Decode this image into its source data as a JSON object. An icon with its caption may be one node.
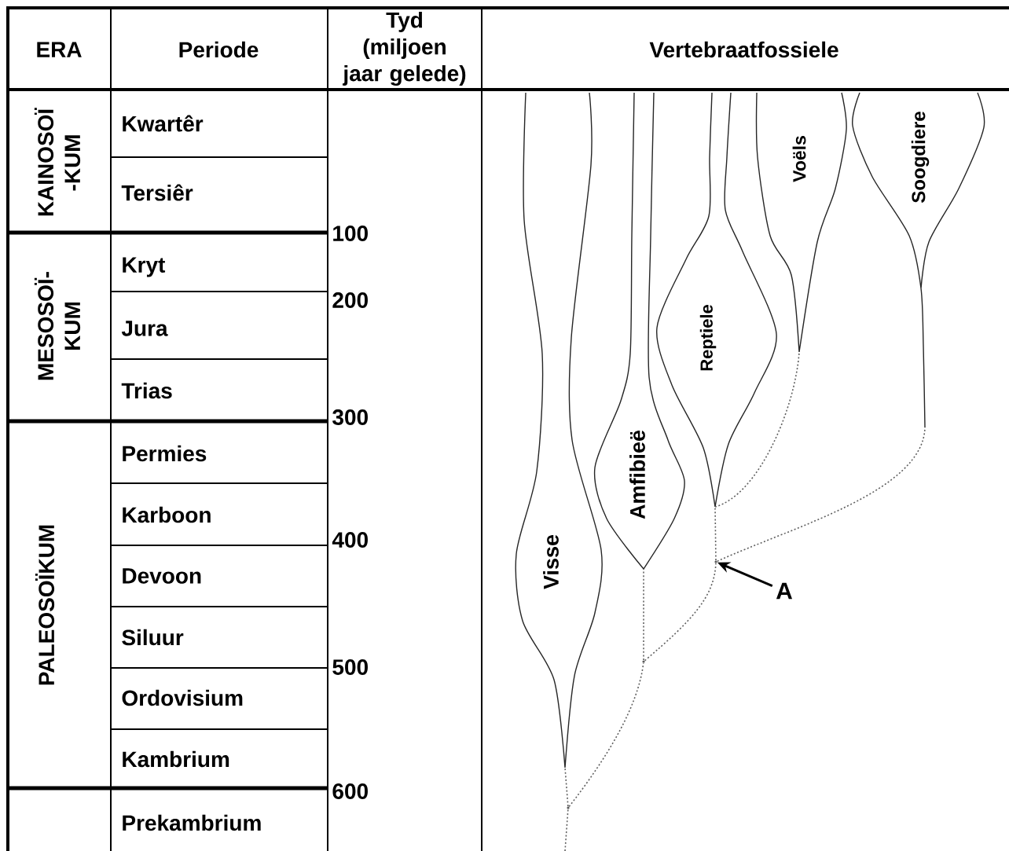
{
  "diagram": {
    "nodes": [
      {
        "text": [
          "Visse"
        ]
      },
      {
        "text": [
          "Amfibieë"
        ]
      },
      {
        "text": [
          "Reptiele"
        ]
      },
      {
        "text": [
          "Voëls"
        ]
      },
      {
        "text": [
          "Soogdiere"
        ]
      },
      {
        "text": [
          "A"
        ]
      },
      {
        "text": [],
        "shape": "point"
      },
      {
        "text": [],
        "shape": "point"
      },
      {
        "text": [],
        "shape": "point"
      }
    ],
    "edges": [
      {
        "from": null,
        "to": 6,
        "arrow": "none",
        "style": "dashed"
      },
      {
        "from": 6,
        "to": 0,
        "arrow": "none",
        "style": "dashed"
      },
      {
        "from": 6,
        "to": 7,
        "arrow": "none",
        "style": "dashed"
      },
      {
        "from": 7,
        "to": 1,
        "arrow": "none",
        "style": "dashed"
      },
      {
        "from": 7,
        "to": 8,
        "arrow": "none",
        "style": "dashed"
      },
      {
        "from": 8,
        "to": 2,
        "arrow": "none",
        "style": "dashed"
      },
      {
        "from": 8,
        "to": 4,
        "arrow": "none",
        "style": "dashed"
      },
      {
        "from": 2,
        "to": 3,
        "arrow": "none",
        "style": "dashed"
      },
      {
        "from": 5,
        "to": 8,
        "arrow": "to",
        "color": "#000000"
      }
    ],
    "labels": [
      "ERA",
      "Periode",
      "Tyd (miljoen jaar gelede)",
      "Vertebraatfossiele",
      "KAINOSOÏ -KUM",
      "Kwartêr",
      "Tersiêr",
      "100",
      "MESOSOÏ- KUM",
      "Kryt",
      "200",
      "Jura",
      "Trias",
      "300",
      "PALEOSOÏKUM",
      "Permies",
      "Karboon",
      "400",
      "Devoon",
      "Siluur",
      "500",
      "Ordovisium",
      "Kambrium",
      "600",
      "Prekambrium"
    ]
  }
}
